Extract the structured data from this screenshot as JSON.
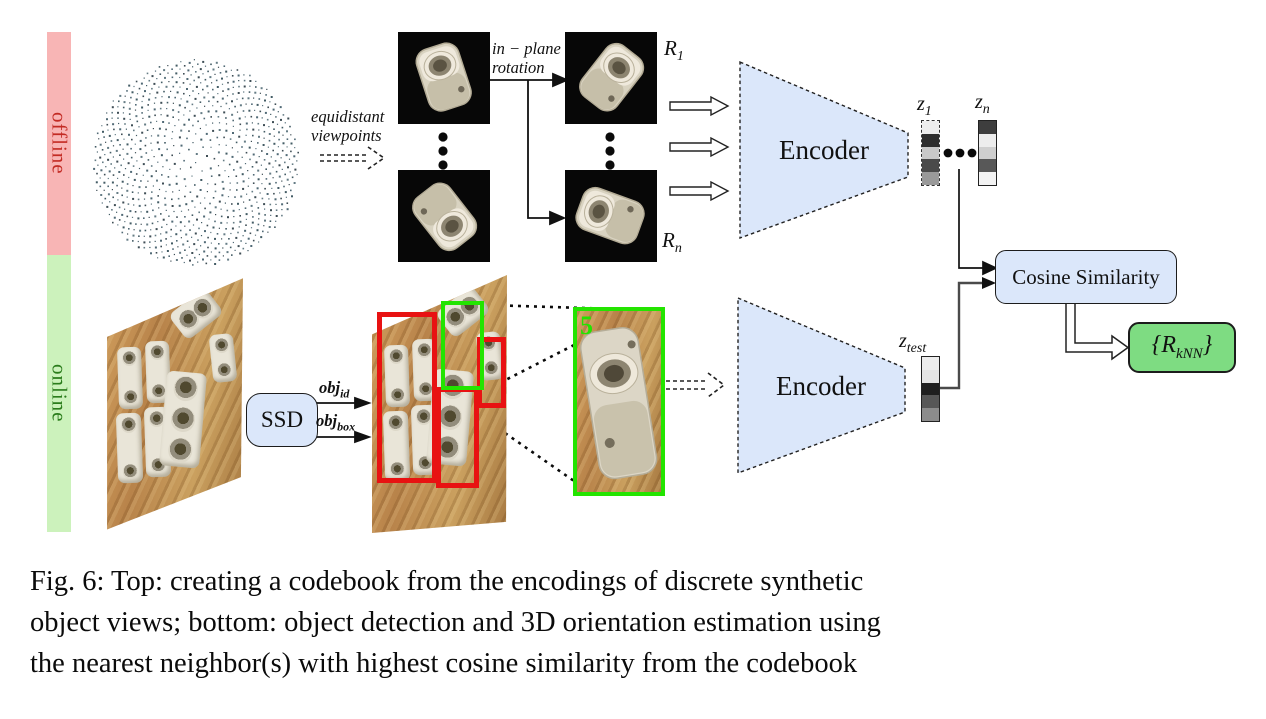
{
  "phases": {
    "offline": "offline",
    "online": "online"
  },
  "labels": {
    "equidistant": {
      "line1": "equidistant",
      "line2": "viewpoints"
    },
    "inplane": {
      "line1": "in − plane",
      "line2": "rotation"
    },
    "r1": {
      "base": "R",
      "sub": "1"
    },
    "rn": {
      "base": "R",
      "sub": "n"
    },
    "z1": {
      "base": "z",
      "sub": "1"
    },
    "zn": {
      "base": "z",
      "sub": "n"
    },
    "ztest": {
      "base": "z",
      "sub": "test"
    },
    "objid": {
      "base": "obj",
      "sub": "id"
    },
    "objbox": {
      "base": "obj",
      "sub": "box"
    },
    "crop_id": "5"
  },
  "nodes": {
    "encoder_top": "Encoder",
    "encoder_bottom": "Encoder",
    "ssd": "SSD",
    "cosine": "Cosine Similarity",
    "rknn": {
      "prefix": "{R",
      "sub": "kNN",
      "suffix": "}"
    }
  },
  "codes": {
    "z1_cells": [
      "#ededed",
      "#2e2e2e",
      "#c9c9c9",
      "#4a4a4a",
      "#999999"
    ],
    "zn_cells": [
      "#3e3e3e",
      "#ededed",
      "#cfcfcf",
      "#585858",
      "#f3f3f3"
    ],
    "ztest_cells": [
      "#ededed",
      "#e4e4e4",
      "#1f1f1f",
      "#575757",
      "#8c8c8c"
    ]
  },
  "colors": {
    "offline_bar": "#f8b5b5",
    "offline_text": "#c32b24",
    "online_bar": "#ccf2bc",
    "online_text": "#2a7c1b",
    "node_fill": "#dbe7fa",
    "rknn_fill": "#7edc82",
    "detection_red": "#e81212",
    "detection_green": "#23e400"
  },
  "caption": {
    "lines": [
      "Fig. 6: Top: creating a codebook from the encodings of discrete synthetic",
      "object views; bottom: object detection and 3D orientation estimation using",
      "the nearest neighbor(s) with highest cosine similarity from the codebook"
    ]
  }
}
